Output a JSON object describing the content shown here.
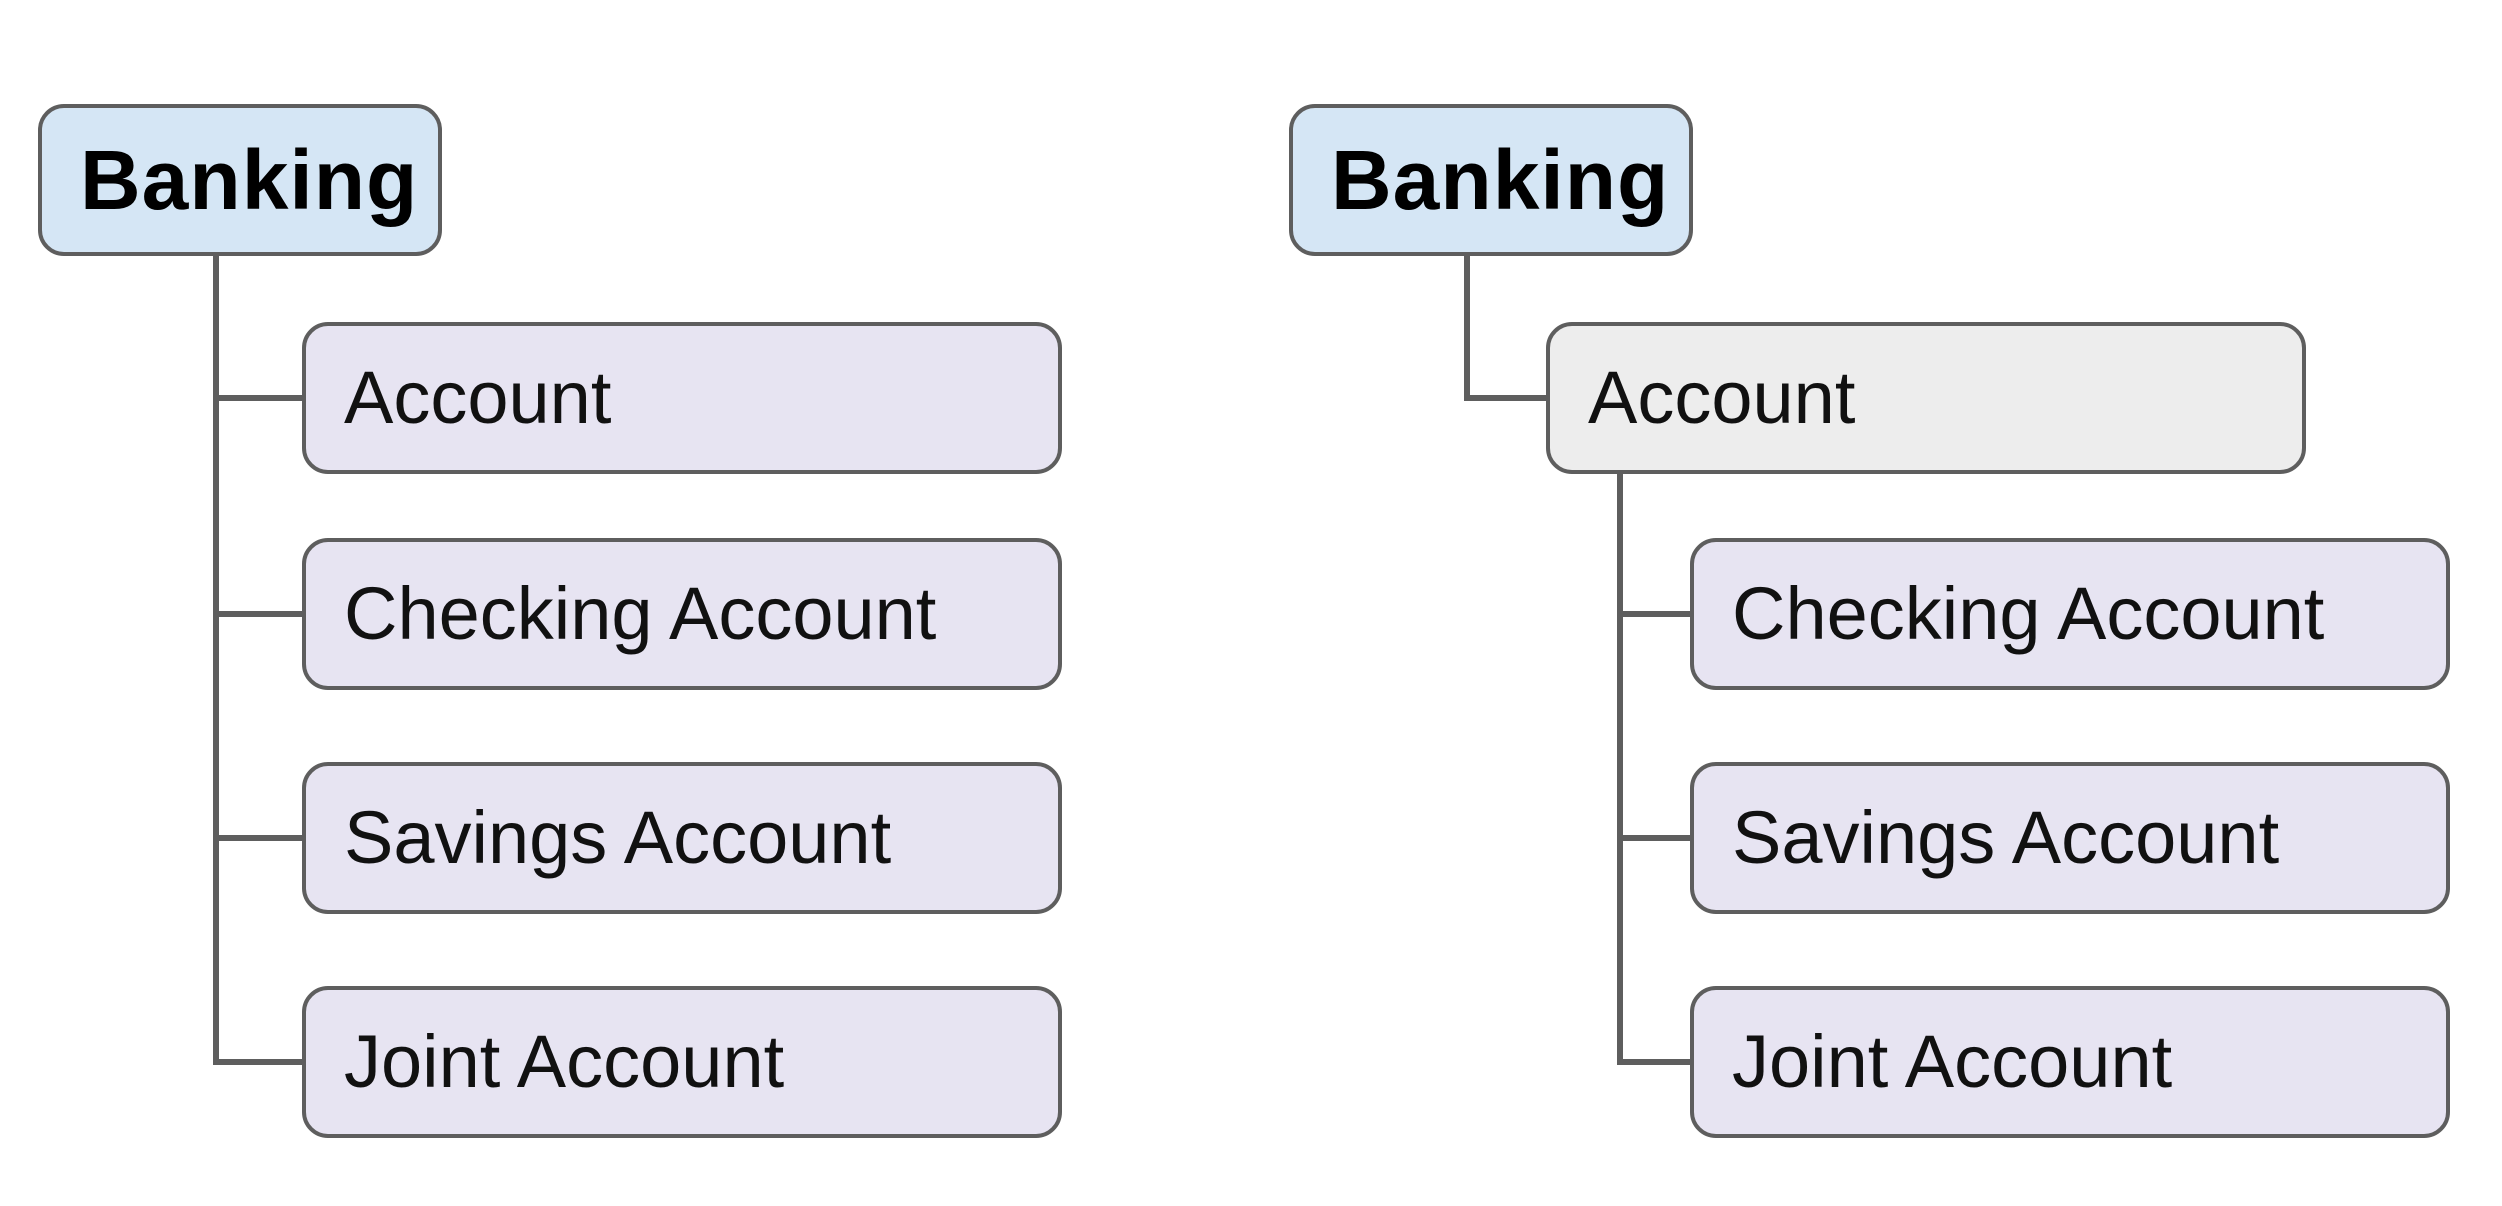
{
  "colors": {
    "root_fill": "#d5e6f5",
    "child_fill": "#e7e4f2",
    "highlight_fill": "#ededed",
    "stroke": "#5e5e5e",
    "connector": "#5e5e5e",
    "root_text": "#000000",
    "child_text": "#111111",
    "canvas_bg": "#ffffff"
  },
  "diagram_left": {
    "type": "tree",
    "structure": "flat-hierarchy",
    "root": {
      "label": "Banking"
    },
    "children": [
      {
        "label": "Account"
      },
      {
        "label": "Checking Account"
      },
      {
        "label": "Savings Account"
      },
      {
        "label": "Joint Account"
      }
    ]
  },
  "diagram_right": {
    "type": "tree",
    "structure": "nested-hierarchy",
    "root": {
      "label": "Banking"
    },
    "child": {
      "label": "Account"
    },
    "grandchildren": [
      {
        "label": "Checking Account"
      },
      {
        "label": "Savings Account"
      },
      {
        "label": "Joint Account"
      }
    ]
  }
}
